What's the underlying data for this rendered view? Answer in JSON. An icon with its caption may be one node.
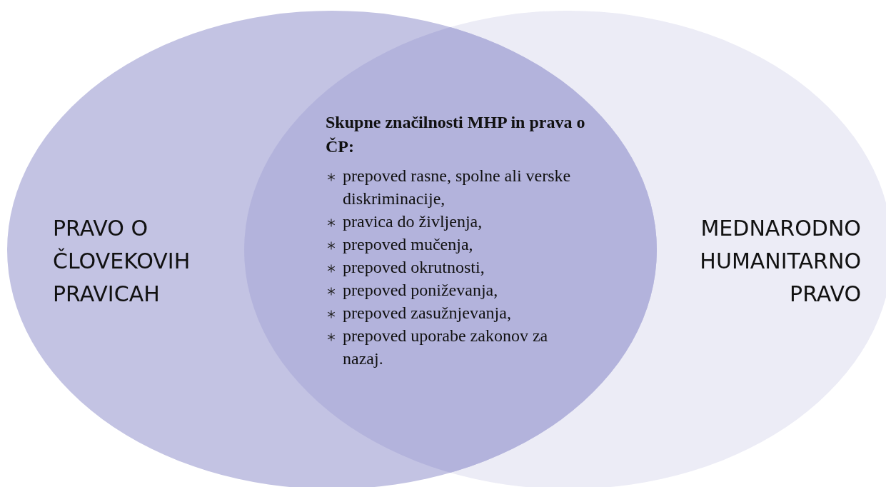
{
  "diagram": {
    "nodes": [
      {
        "text": [
          "PRAVO O ČLOVEKOVIH PRAVICAH"
        ]
      },
      {
        "text": [
          "MEDNARODNO HUMANITARNO PRAVO"
        ]
      }
    ],
    "edges": [],
    "labels": [
      "Skupne značilnosti MHP in prava o ČP:",
      "prepoved rasne, spolne ali verske diskriminacije,",
      "pravica do življenja,",
      "prepoved mučenja,",
      "prepoved okrutnosti,",
      "prepoved poniževanja,",
      "prepoved zasužnjevanja,",
      "prepoved uporabe zakonov za nazaj."
    ]
  }
}
